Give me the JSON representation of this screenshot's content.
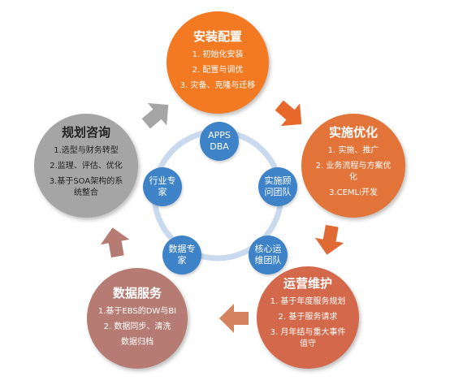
{
  "colors": {
    "install": "#F37A22",
    "implement": "#E2743A",
    "ops": "#D4684A",
    "data_service": "#B67C73",
    "consult": "#A5A5A5",
    "inner": "#3E83C7",
    "ring": "#C9D9EE"
  },
  "install": {
    "title": "安装配置",
    "items": [
      "1. 初始化安装",
      "2. 配置与调优",
      "3. 灾备、克隆与迁移"
    ]
  },
  "implement": {
    "title": "实施优化",
    "items": [
      "1. 实施、推广",
      "2. 业务流程与方案优化",
      "3.CEMLi开发"
    ]
  },
  "ops": {
    "title": "运营维护",
    "items": [
      "1. 基于年度服务规划",
      "2. 基于服务请求",
      "3. 月年结与重大事件值守"
    ]
  },
  "data_service": {
    "title": "数据服务",
    "items": [
      "1.基于EBS的DW与BI",
      "2. 数据同步、清洗",
      "数据归档"
    ]
  },
  "consult": {
    "title": "规划咨询",
    "items": [
      "1.选型与财务转型",
      "2.监理、评估、优化",
      "3.基于SOA架构的系统整合"
    ]
  },
  "inner": {
    "apps": "APPS DBA",
    "impl_team": "实施顾问团队",
    "core_team": "核心运维团队",
    "data_expert": "数据专家",
    "industry_expert": "行业专家"
  }
}
